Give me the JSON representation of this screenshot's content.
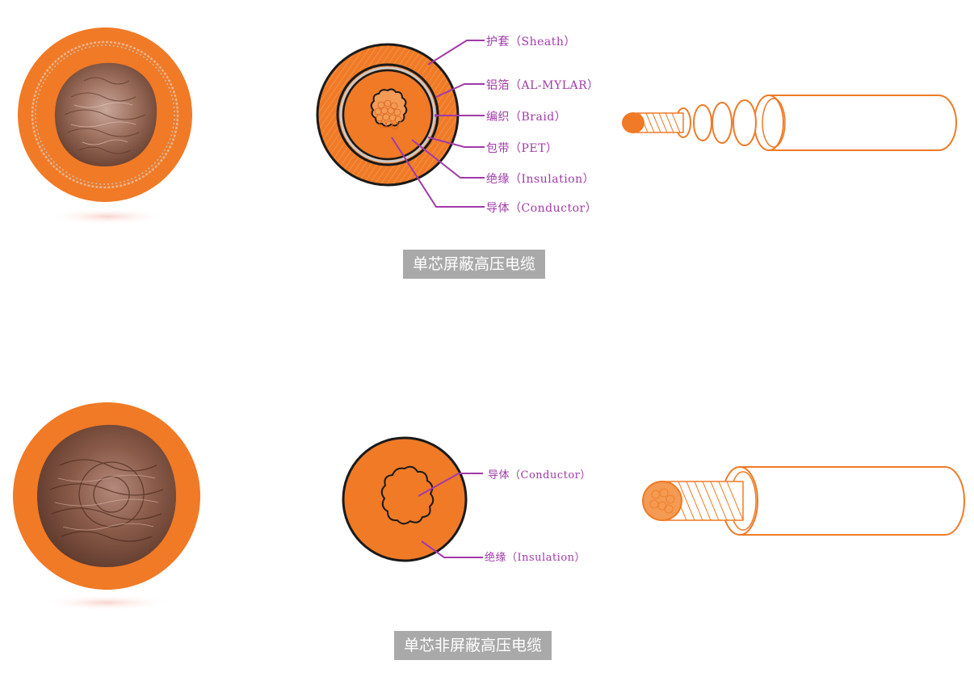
{
  "shielded": {
    "caption": "单芯屏蔽高压电缆",
    "labels": {
      "sheath": "护套（Sheath）",
      "al_mylar": "铝箔（AL-MYLAR）",
      "braid": "编织（Braid）",
      "pet": "包带（PET）",
      "insulation": "绝缘（Insulation）",
      "conductor": "导体（Conductor）"
    }
  },
  "unshielded": {
    "caption": "单芯非屏蔽高压电缆",
    "labels": {
      "conductor": "导体（Conductor）",
      "insulation": "绝缘（Insulation）"
    }
  },
  "colors": {
    "orange": "#f07a26",
    "callout": "#a03aa8",
    "copper": "#9a6a55",
    "caption_bg": "#a9a9a9"
  }
}
